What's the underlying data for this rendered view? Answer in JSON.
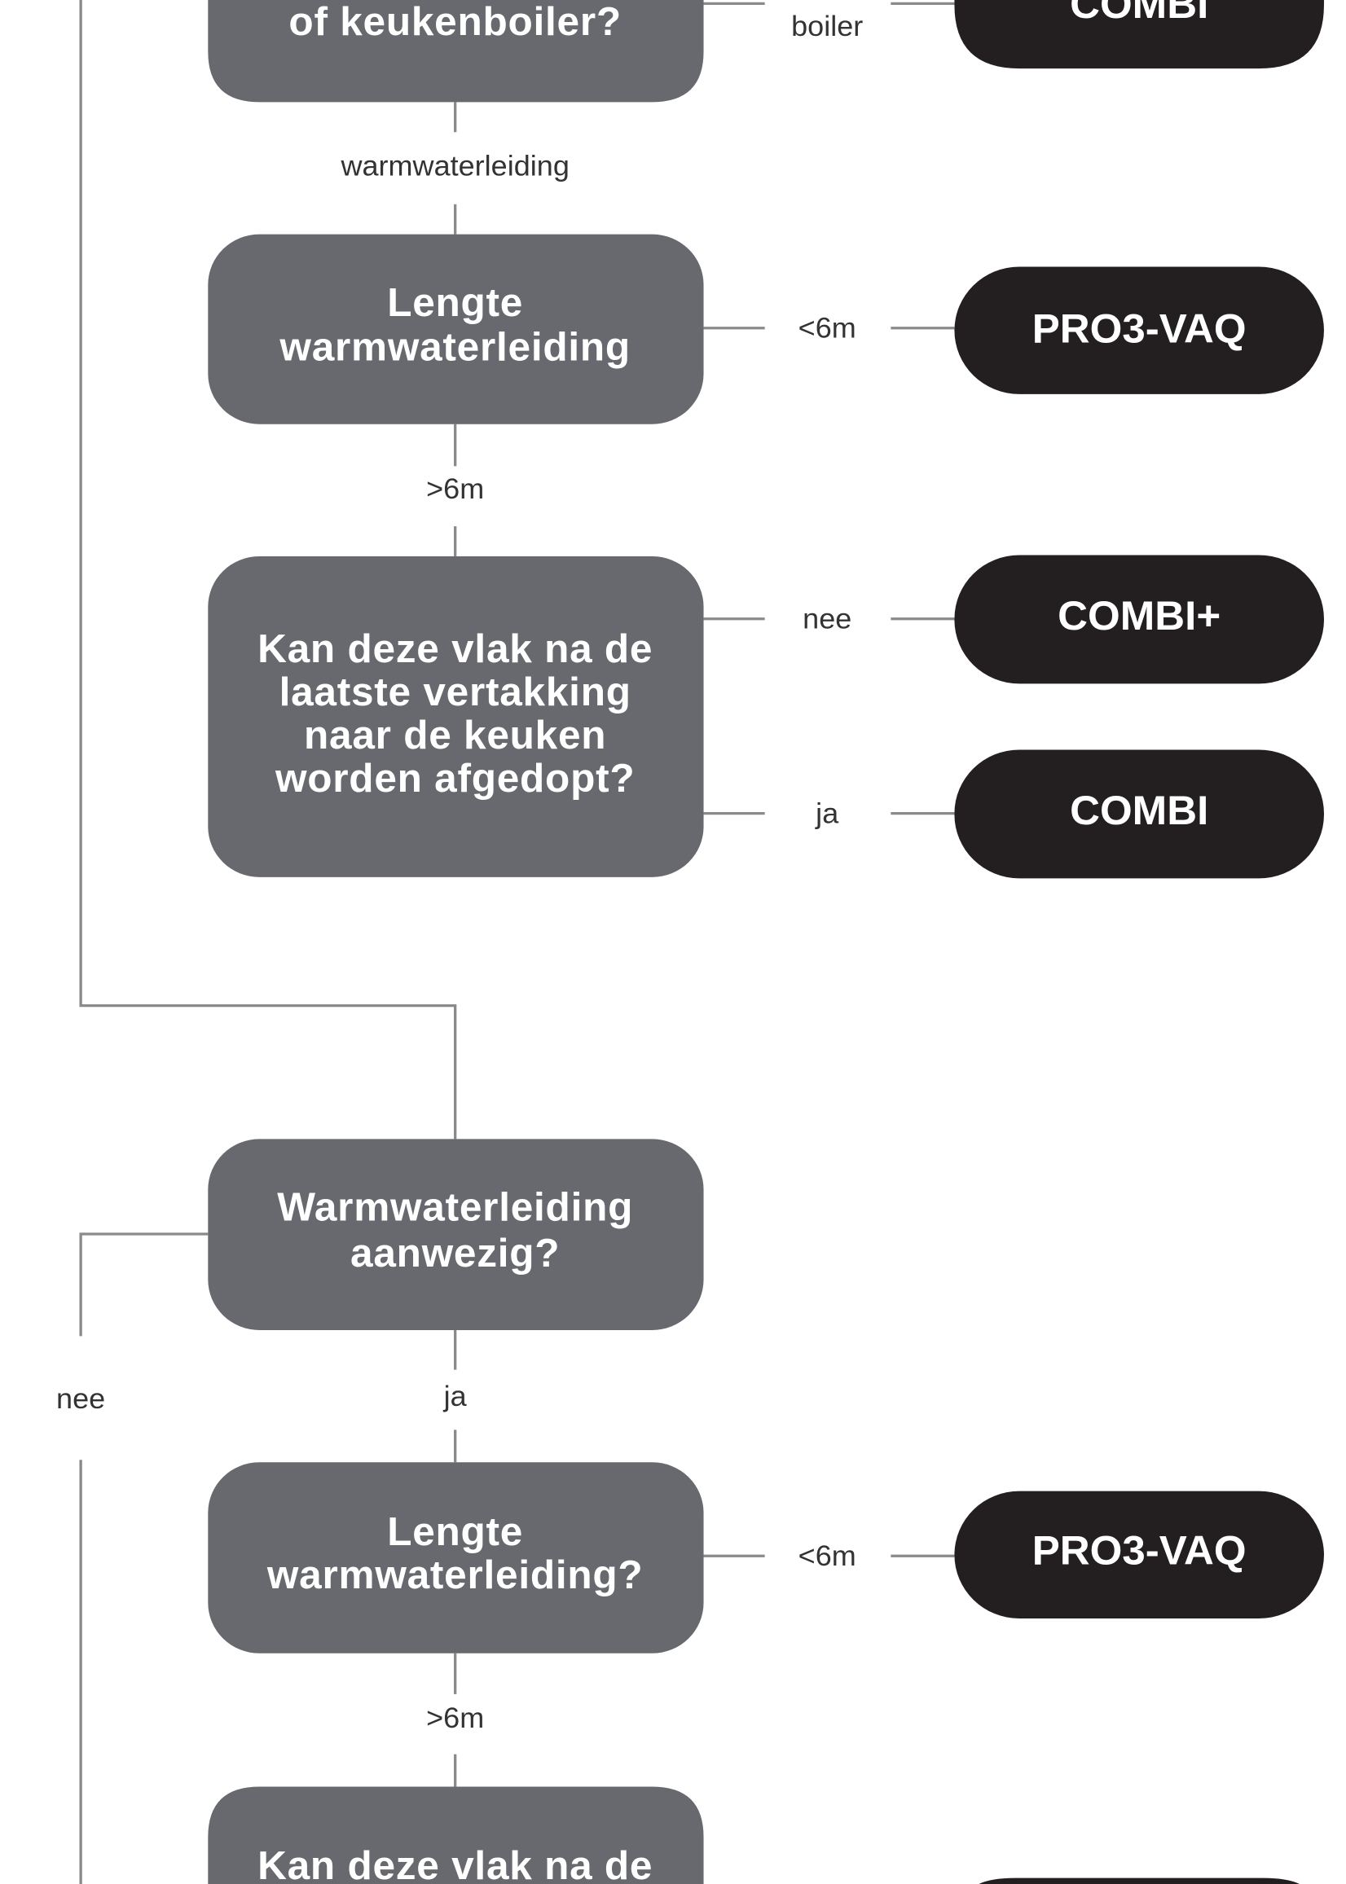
{
  "colors": {
    "question_box": "#67696f",
    "result_pill": "#231f20",
    "connector": "#8a8a8a",
    "label_text": "#333333"
  },
  "nodes": {
    "q1": {
      "lines": [
        "of keukenboiler?"
      ]
    },
    "q2": {
      "lines": [
        "Lengte",
        "warmwaterleiding"
      ]
    },
    "q3": {
      "lines": [
        "Kan deze vlak na de",
        "laatste vertakking",
        "naar de keuken",
        "worden afgedopt?"
      ]
    },
    "q4": {
      "lines": [
        "Warmwaterleiding",
        "aanwezig?"
      ]
    },
    "q5": {
      "lines": [
        "Lengte",
        "warmwaterleiding?"
      ]
    },
    "q6": {
      "lines": [
        "Kan deze vlak na de"
      ]
    }
  },
  "results": {
    "r1": "COMBI",
    "r2": "PRO3-VAQ",
    "r3": "COMBI+",
    "r4": "COMBI",
    "r5": "PRO3-VAQ"
  },
  "edges": {
    "q1_r1": "boiler",
    "q1_q2": "warmwaterleiding",
    "q2_r2": "<6m",
    "q2_q3": ">6m",
    "q3_r3": "nee",
    "q3_r4": "ja",
    "q4_nee": "nee",
    "q4_q5": "ja",
    "q5_r5": "<6m",
    "q5_q6": ">6m"
  }
}
